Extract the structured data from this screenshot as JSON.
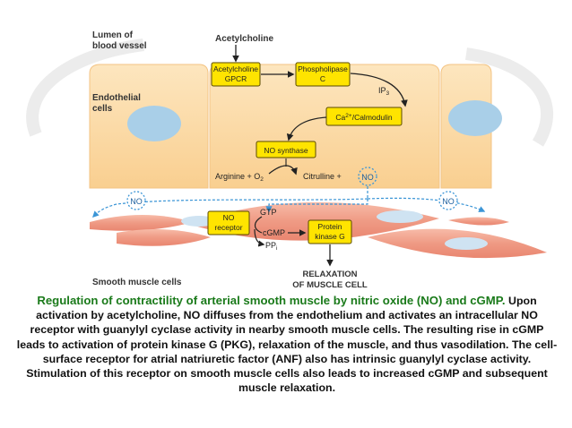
{
  "diagram": {
    "lumen_label": "Lumen of\nblood vessel",
    "acetylcholine_label": "Acetylcholine",
    "endothelial_label": "Endothelial\ncells",
    "gpcr_label": "Acetylcholine\nGPCR",
    "phospholipase_label": "Phospholipase\nC",
    "ip3_label": "IP3",
    "calmodulin_label": "Ca2+/Calmodulin",
    "no_synthase_label": "NO synthase",
    "arginine_label": "Arginine + O2",
    "citrulline_label": "Citrulline +",
    "no_label": "NO",
    "gtp_label": "GTP",
    "no_receptor_label": "NO\nreceptor",
    "cgmp_label": "cGMP",
    "ppi_label": "PPi",
    "pkg_label": "Protein\nkinase G",
    "relaxation_label": "RELAXATION\nOF MUSCLE CELL",
    "smooth_muscle_label": "Smooth muscle cells"
  },
  "caption": {
    "title": "Regulation of contractility of arterial smooth muscle by nitric oxide (NO) and cGMP.",
    "body": "Upon activation by acetylcholine, NO diffuses from the endothelium and activates an intracellular NO receptor with guanylyl cyclase activity in nearby smooth muscle cells. The resulting rise in cGMP leads to activation of protein kinase G (PKG), relaxation of the muscle, and thus vasodilation. The cell-surface receptor for atrial natriuretic factor (ANF) also has intrinsic guanylyl cyclase activity. Stimulation of this receptor on smooth muscle cells also leads to increased cGMP and subsequent muscle relaxation."
  },
  "colors": {
    "endothelium": "#fbd9a3",
    "nucleus": "#a9cfe8",
    "muscle": "#f19c86",
    "box": "#ffe400",
    "no_circle": "#3b95d6"
  }
}
